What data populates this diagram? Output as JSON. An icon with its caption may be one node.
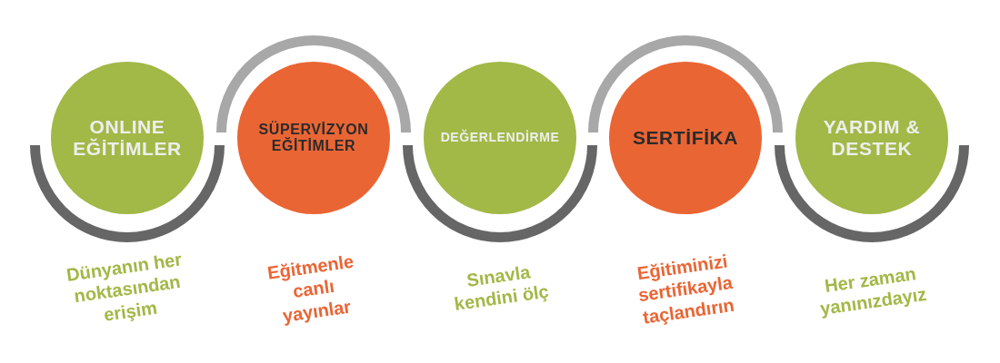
{
  "diagram": {
    "nodes": [
      {
        "text": [
          "ONLINE EĞİTİMLER"
        ],
        "beside": [
          "Dünyanın her noktasından erişim"
        ]
      },
      {
        "text": [
          "SÜPERVİZYON EĞİTİMLER"
        ],
        "beside": [
          "Eğitmenle canlı yayınlar"
        ]
      },
      {
        "text": [
          "DEĞERLENDİRME"
        ],
        "beside": [
          "Sınavla kendini ölç"
        ]
      },
      {
        "text": [
          "SERTİFİKA"
        ],
        "beside": [
          "Eğitiminizi sertifikayla taçlandırın"
        ]
      },
      {
        "text": [
          "YARDIM & DESTEK"
        ],
        "beside": [
          "Her zaman yanınızdayız"
        ]
      }
    ]
  }
}
